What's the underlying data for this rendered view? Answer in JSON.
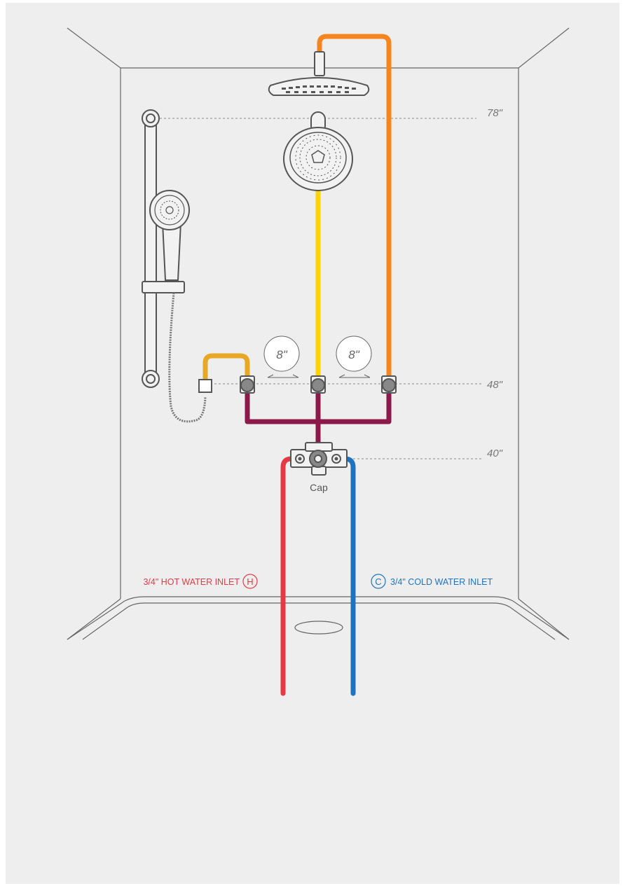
{
  "dimensions": {
    "head_height": "78\"",
    "valve_height": "48\"",
    "mixer_height": "40\"",
    "left_spacing": "8\"",
    "right_spacing": "8\""
  },
  "labels": {
    "cap": "Cap",
    "hot_inlet": "3/4\" HOT WATER INLET",
    "cold_inlet": "3/4\" COLD WATER INLET",
    "hot_symbol": "H",
    "cold_symbol": "C"
  },
  "colors": {
    "background": "#eeeeee",
    "wall_lines": "#555555",
    "hot": "#e63946",
    "cold": "#1e73be",
    "rain_supply": "#f5861f",
    "head_supply": "#ffd400",
    "hand_supply": "#e8a825",
    "manifold": "#8b1a4a",
    "fixture_fill": "#f2f2f2",
    "fixture_stroke": "#555555"
  }
}
